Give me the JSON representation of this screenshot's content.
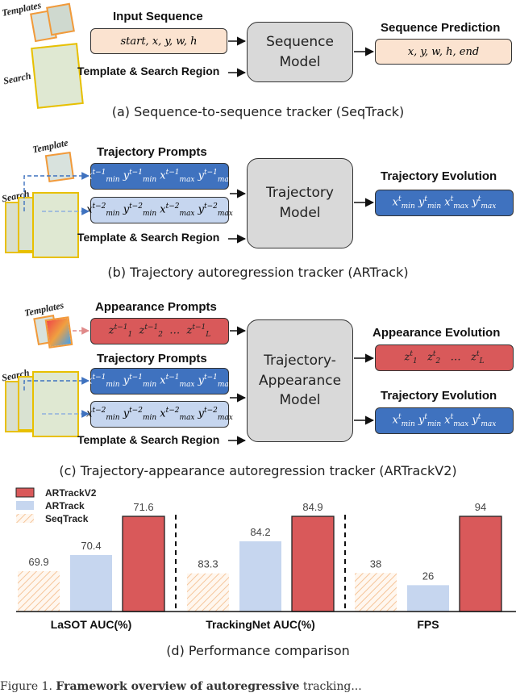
{
  "section_a": {
    "templates_label": "Templates",
    "search_label": "Search",
    "input_header": "Input Sequence",
    "input_content": "start, x, y, w, h",
    "model_label": "Sequence Model",
    "pred_header": "Sequence Prediction",
    "pred_content": "x, y, w, h, end",
    "region_label": "Template & Search Region",
    "caption": "(a) Sequence-to-sequence tracker (SeqTrack)"
  },
  "section_b": {
    "template_label": "Template",
    "search_label": "Search",
    "prompts_header": "Trajectory Prompts",
    "model_label": "Trajectory Model",
    "evolution_header": "Trajectory Evolution",
    "region_label": "Template & Search Region",
    "caption": "(b) Trajectory autoregression tracker (ARTrack)"
  },
  "section_c": {
    "templates_label": "Templates",
    "search_label": "Search",
    "appearance_prompts_header": "Appearance Prompts",
    "trajectory_prompts_header": "Trajectory Prompts",
    "model_label": "Trajectory-Appearance Model",
    "appearance_evolution_header": "Appearance Evolution",
    "trajectory_evolution_header": "Trajectory Evolution",
    "region_label": "Template & Search Region",
    "caption": "(c) Trajectory-appearance autoregression tracker (ARTrackV2)"
  },
  "section_d": {
    "caption": "(d) Performance comparison",
    "colors": {
      "ARTrackV2": "#d9595a",
      "ARTrack": "#c6d6ef",
      "SeqTrack": "#fbe3d0"
    }
  },
  "chart_data": {
    "type": "bar",
    "categories": [
      "LaSOT AUC(%)",
      "TrackingNet AUC(%)",
      "FPS"
    ],
    "series": [
      {
        "name": "SeqTrack",
        "values": [
          69.9,
          83.3,
          38
        ]
      },
      {
        "name": "ARTrack",
        "values": [
          70.4,
          84.2,
          26
        ]
      },
      {
        "name": "ARTrackV2",
        "values": [
          71.6,
          84.9,
          94
        ]
      }
    ],
    "legend": [
      "ARTrackV2",
      "ARTrack",
      "SeqTrack"
    ],
    "legend_position": "top-left",
    "grid": false
  },
  "figure_text": "Figure 1. Framework overview of autoregressive tracking..."
}
